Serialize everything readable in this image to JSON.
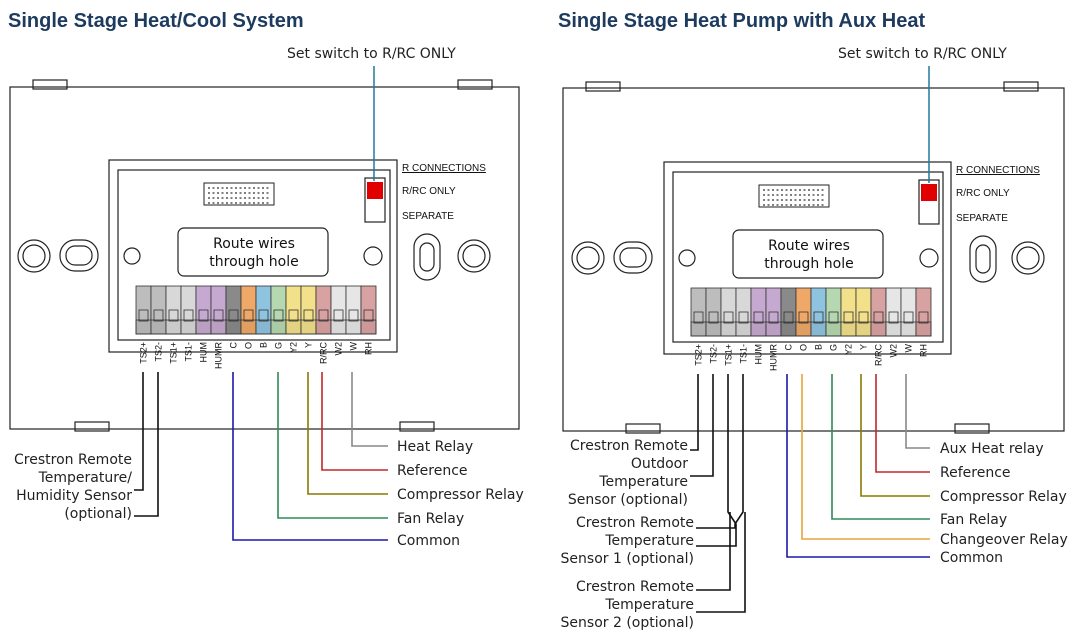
{
  "left": {
    "title": "Single Stage Heat/Cool System",
    "switch_note": "Set switch to R/RC ONLY",
    "r_connections": "R CONNECTIONS",
    "rrc_only": "R/RC ONLY",
    "separate": "SEPARATE",
    "hole_line1": "Route wires",
    "hole_line2": "through hole",
    "terminals": [
      "TS2+",
      "TS2-",
      "TS1+",
      "TS1-",
      "HUM",
      "HUMR",
      "C",
      "O",
      "B",
      "G",
      "Y2",
      "Y",
      "R/RC",
      "W2",
      "W",
      "RH"
    ],
    "labels": {
      "heat_relay": "Heat Relay",
      "reference": "Reference",
      "compressor_relay": "Compressor Relay",
      "fan_relay": "Fan Relay",
      "common": "Common",
      "sensor_1": "Crestron Remote",
      "sensor_2": "Temperature/",
      "sensor_3": "Humidity Sensor",
      "sensor_4": "(optional)"
    }
  },
  "right": {
    "title": "Single Stage Heat Pump with Aux Heat",
    "switch_note": "Set switch to R/RC ONLY",
    "r_connections": "R CONNECTIONS",
    "rrc_only": "R/RC ONLY",
    "separate": "SEPARATE",
    "hole_line1": "Route wires",
    "hole_line2": "through hole",
    "terminals": [
      "TS2+",
      "TS2-",
      "TS1+",
      "TS1-",
      "HUM",
      "HUMR",
      "C",
      "O",
      "B",
      "G",
      "Y2",
      "Y",
      "R/RC",
      "W2",
      "W",
      "RH"
    ],
    "labels": {
      "aux_heat_relay": "Aux Heat relay",
      "reference": "Reference",
      "compressor_relay": "Compressor Relay",
      "fan_relay": "Fan Relay",
      "changeover_relay": "Changeover Relay",
      "common": "Common",
      "outdoor_1": "Crestron Remote",
      "outdoor_2": "Outdoor",
      "outdoor_3": "Temperature",
      "outdoor_4": "Sensor (optional)",
      "s1_1": "Crestron Remote",
      "s1_2": "Temperature",
      "s1_3": "Sensor 1 (optional)",
      "s2_1": "Crestron Remote",
      "s2_2": "Temperature",
      "s2_3": "Sensor 2 (optional)"
    }
  },
  "colors": {
    "title": "#1d3a5f",
    "blue_common": "#1a1aa8",
    "green_fan": "#2e8b57",
    "olive_compressor": "#8a7a00",
    "red_reference": "#c0282a",
    "gray_heat": "#888888",
    "orange_changeover": "#e8a33a",
    "teal_pointer": "#1f7a9a",
    "switch_red": "#e00000"
  }
}
